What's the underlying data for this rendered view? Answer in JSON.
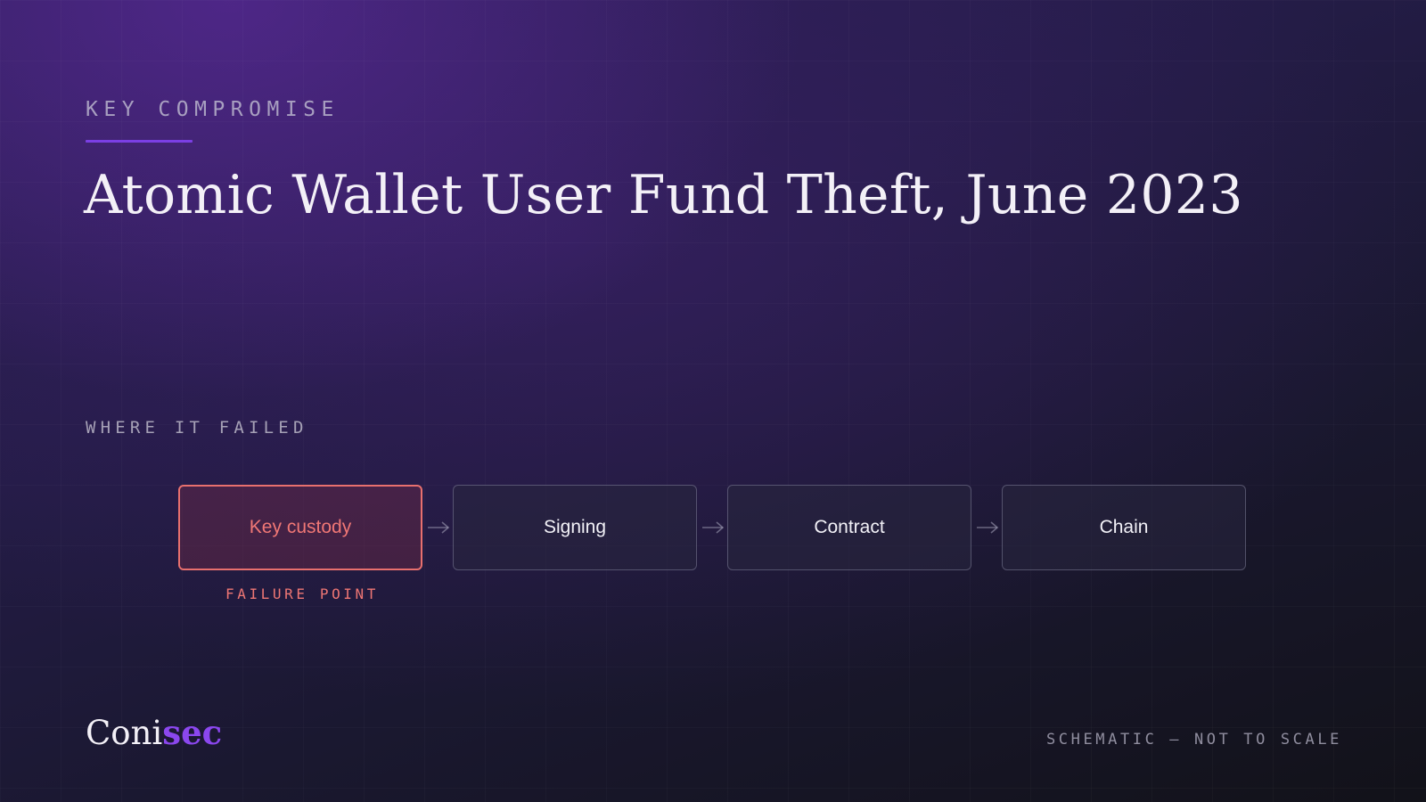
{
  "header": {
    "eyebrow": "KEY COMPROMISE",
    "title": "Atomic Wallet User Fund Theft, June 2023"
  },
  "diagram": {
    "section_label": "WHERE IT FAILED",
    "steps": [
      {
        "label": "Key custody",
        "status": "failed"
      },
      {
        "label": "Signing",
        "status": "normal"
      },
      {
        "label": "Contract",
        "status": "normal"
      },
      {
        "label": "Chain",
        "status": "normal"
      }
    ],
    "failure_label": "FAILURE POINT",
    "connector_icon": "arrow-right-icon"
  },
  "footer": {
    "brand_primary": "Coni",
    "brand_accent": "sec",
    "note": "SCHEMATIC — NOT TO SCALE"
  },
  "colors": {
    "accent": "#7b3fe4",
    "failure": "#e8706e",
    "text": "#f3f0f7"
  }
}
